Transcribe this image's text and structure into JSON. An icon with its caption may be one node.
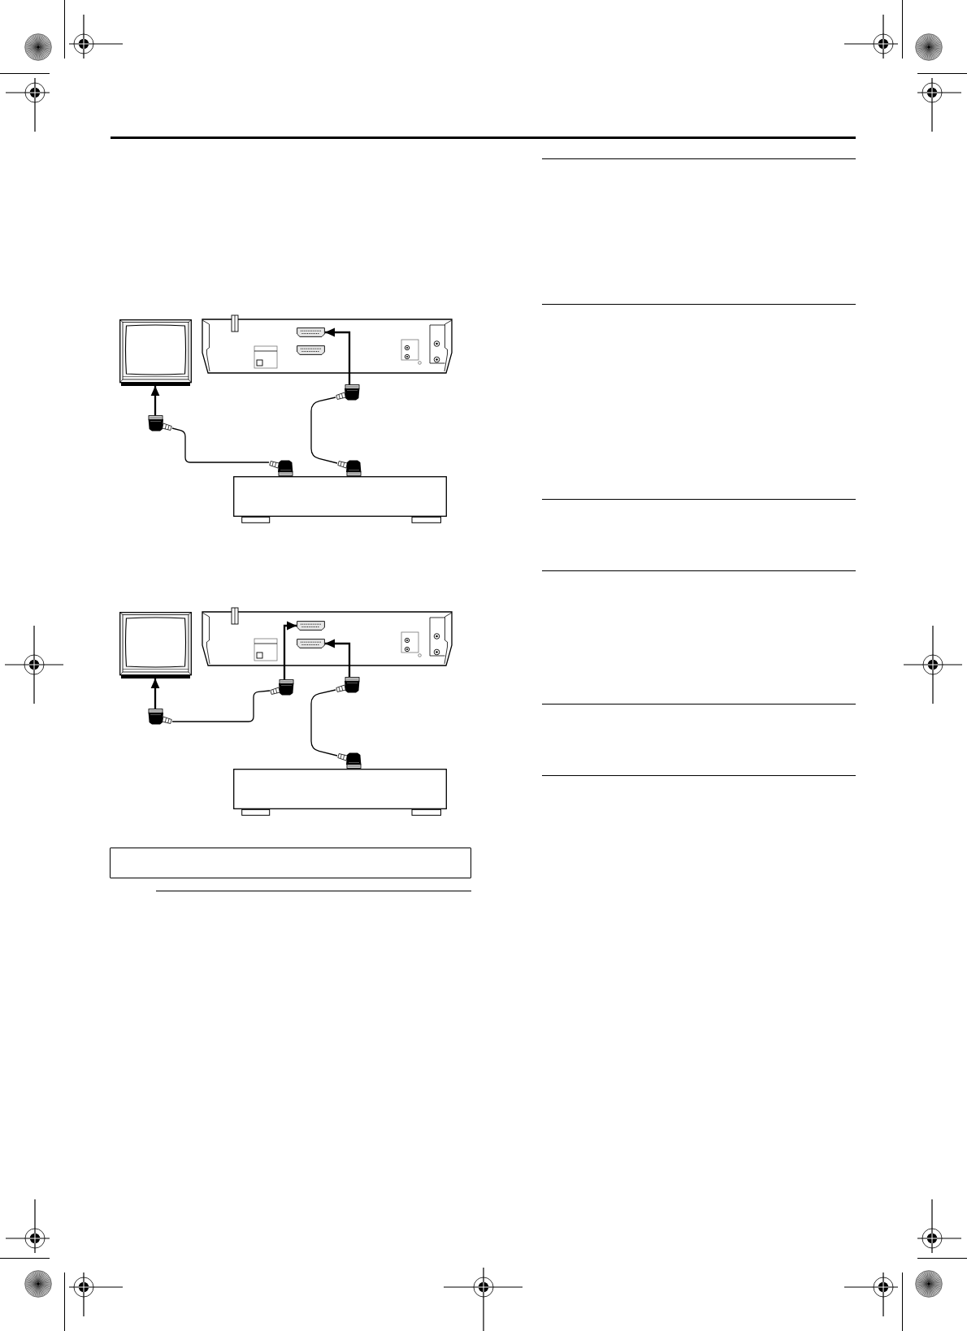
{
  "diagram": {
    "nodes": [
      {
        "text": [],
        "shape": "picture"
      },
      {
        "text": [],
        "shape": "picture"
      },
      {
        "text": [],
        "shape": "picture",
        "in": 1
      },
      {
        "text": [],
        "shape": "picture",
        "in": 1
      },
      {
        "text": [],
        "shape": "picture"
      },
      {
        "text": [],
        "shape": "picture"
      },
      {
        "text": [],
        "shape": "picture"
      },
      {
        "text": [],
        "shape": "picture"
      },
      {
        "text": [],
        "shape": "box"
      },
      {
        "text": [],
        "shape": "picture"
      },
      {
        "text": [],
        "shape": "picture"
      },
      {
        "text": [],
        "shape": "picture",
        "in": 10
      },
      {
        "text": [],
        "shape": "picture",
        "in": 10
      },
      {
        "text": [],
        "shape": "picture"
      },
      {
        "text": [],
        "shape": "picture"
      },
      {
        "text": [],
        "shape": "picture"
      },
      {
        "text": [],
        "shape": "picture"
      },
      {
        "text": [],
        "shape": "box"
      }
    ],
    "edges": [
      {
        "from": 5,
        "to": 0,
        "arrow": "to"
      },
      {
        "from": 5,
        "to": 6,
        "arrow": "none"
      },
      {
        "from": 4,
        "to": 7,
        "arrow": "none"
      },
      {
        "from": 4,
        "to": 2,
        "arrow": "to"
      },
      {
        "from": 15,
        "to": 9,
        "arrow": "to"
      },
      {
        "from": 15,
        "to": 13,
        "arrow": "none"
      },
      {
        "from": 13,
        "to": 11,
        "arrow": "to"
      },
      {
        "from": 14,
        "to": 12,
        "arrow": "to"
      },
      {
        "from": 14,
        "to": 16,
        "arrow": "none"
      }
    ]
  }
}
